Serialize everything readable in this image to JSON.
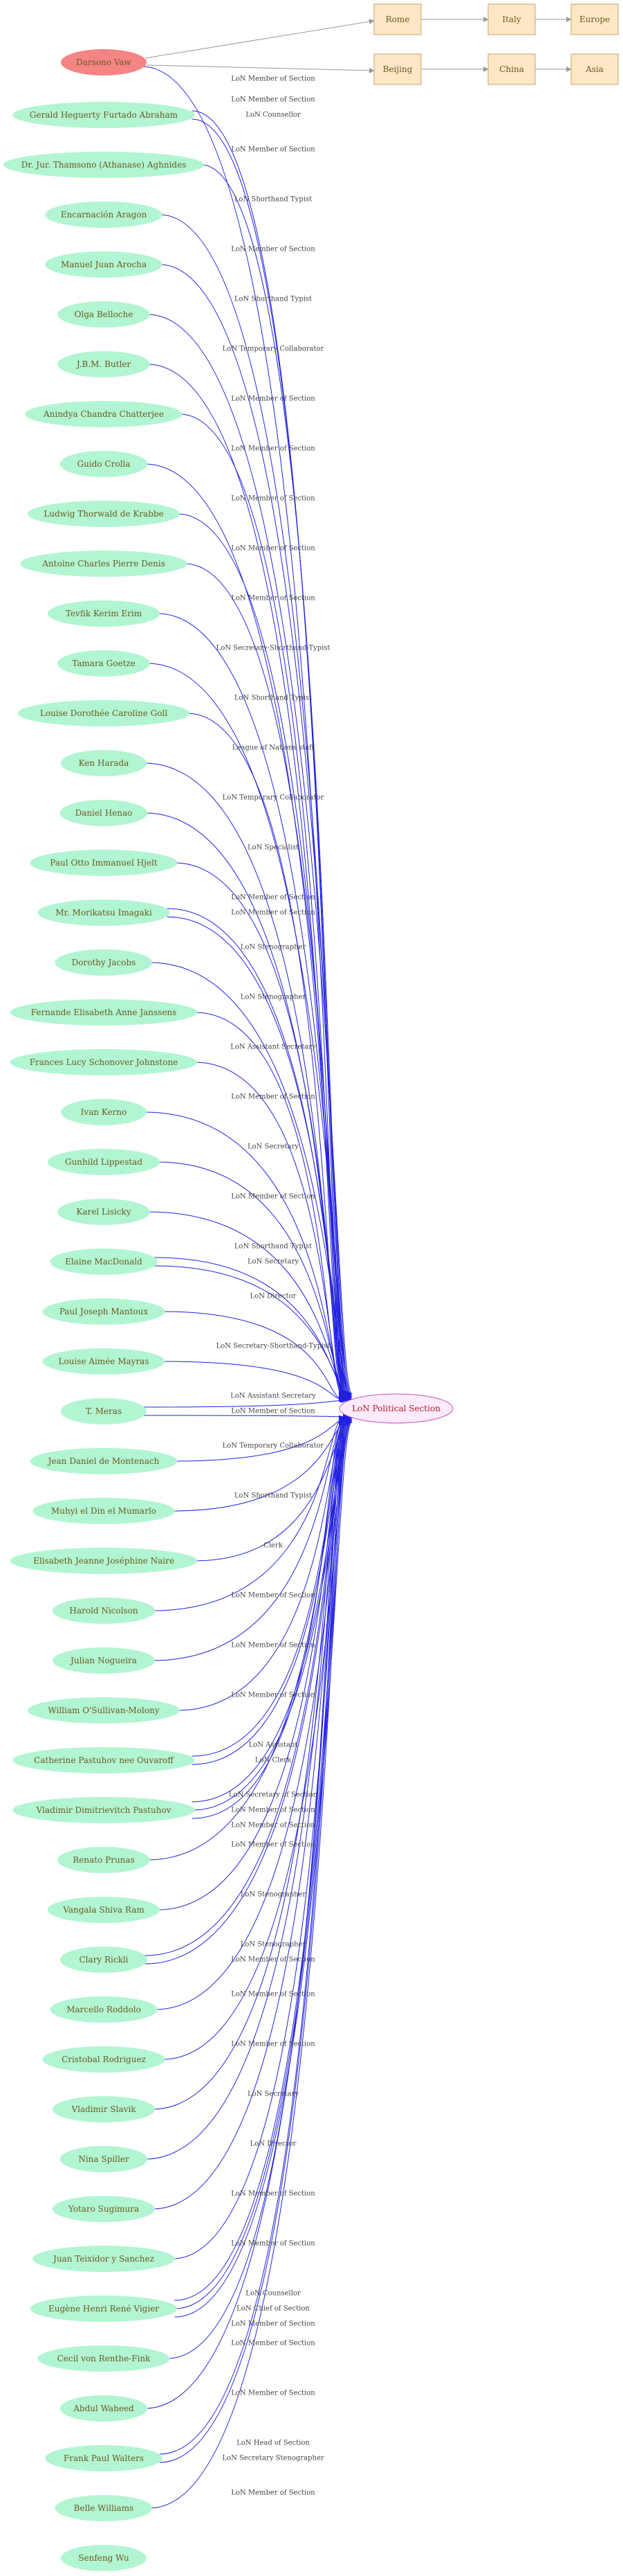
{
  "colors": {
    "person_fill": "#b2f5d2",
    "person_text": "#6a5a20",
    "highlight_fill": "#f58484",
    "target_fill": "#fcebfc",
    "target_stroke": "#c64ec6",
    "target_text": "#b02020",
    "place_fill": "#fde7c4",
    "place_stroke": "#c8a070",
    "edge_blue": "#2020e0",
    "edge_gray": "#9a9a9a"
  },
  "target": {
    "label": "LoN Political Section"
  },
  "highlight_person": {
    "label": "Darsono Vaw"
  },
  "places": [
    {
      "id": "rome",
      "label": "Rome"
    },
    {
      "id": "italy",
      "label": "Italy"
    },
    {
      "id": "europe",
      "label": "Europe"
    },
    {
      "id": "beijing",
      "label": "Beijing"
    },
    {
      "id": "china",
      "label": "China"
    },
    {
      "id": "asia",
      "label": "Asia"
    }
  ],
  "persons": [
    {
      "label": "Gerald Heguerty Furtado Abraham",
      "edges": [
        "LoN Member of Section",
        "LoN Counsellor"
      ]
    },
    {
      "label": "Dr. Jur. Thamsono (Athanase) Aghnides",
      "edges": [
        "LoN Member of Section"
      ]
    },
    {
      "label": "Encarnación Aragon",
      "edges": [
        "LoN Shorthand Typist"
      ]
    },
    {
      "label": "Manuel Juan Arocha",
      "edges": [
        "LoN Member of Section"
      ]
    },
    {
      "label": "Olga Belloche",
      "edges": [
        "LoN Shorthand Typist"
      ]
    },
    {
      "label": "J.B.M. Butler",
      "edges": [
        "LoN Temporary Collaborator"
      ]
    },
    {
      "label": "Anindya Chandra Chatterjee",
      "edges": [
        "LoN Member of Section"
      ]
    },
    {
      "label": "Guido Crolla",
      "edges": [
        "LoN Member of Section"
      ]
    },
    {
      "label": "Ludwig Thorwald de Krabbe",
      "edges": [
        "LoN Member of Section"
      ]
    },
    {
      "label": "Antoine Charles Pierre Denis",
      "edges": [
        "LoN Member of Section"
      ]
    },
    {
      "label": "Tevfik Kerim Erim",
      "edges": [
        "LoN Member of Section"
      ]
    },
    {
      "label": "Tamara Goetze",
      "edges": [
        "LoN Secretary-Shorthand-Typist"
      ]
    },
    {
      "label": "Louise Dorothée Caroline Goll",
      "edges": [
        "LoN Shorthand Typist"
      ]
    },
    {
      "label": "Ken Harada",
      "edges": [
        "League of Nations staff"
      ]
    },
    {
      "label": "Daniel Henao",
      "edges": [
        "LoN Temporary Collaborator"
      ]
    },
    {
      "label": "Paul Otto Immanuel Hjelt",
      "edges": [
        "LoN Specialist"
      ]
    },
    {
      "label": "Mr. Morikatsu Imagaki",
      "edges": [
        "LoN Member of Section",
        "LoN Member of Section"
      ]
    },
    {
      "label": "Dorothy Jacobs",
      "edges": [
        "LoN Stenographer"
      ]
    },
    {
      "label": "Fernande Elisabeth Anne Janssens",
      "edges": [
        "LoN Stenographer"
      ]
    },
    {
      "label": "Frances Lucy Schonover Johnstone",
      "edges": [
        "LoN Assistant Secretary"
      ]
    },
    {
      "label": "Ivan Kerno",
      "edges": [
        "LoN Member of Section"
      ]
    },
    {
      "label": "Gunhild Lippestad",
      "edges": [
        "LoN Secretary"
      ]
    },
    {
      "label": "Karel Lisicky",
      "edges": [
        "LoN Member of Section"
      ]
    },
    {
      "label": "Elaine MacDonald",
      "edges": [
        "LoN Shorthand Typist",
        "LoN Secretary"
      ]
    },
    {
      "label": "Paul Joseph Mantoux",
      "edges": [
        "LoN Director"
      ]
    },
    {
      "label": "Louise Aimée Mayras",
      "edges": [
        "LoN Secretary-Shorthand-Typist"
      ]
    },
    {
      "label": "T. Meras",
      "edges": [
        "LoN Assistant Secretary",
        "LoN Member of Section"
      ]
    },
    {
      "label": "Jean Daniel de Montenach",
      "edges": [
        "LoN Temporary Collaborator"
      ]
    },
    {
      "label": "Muhyi el Din el Mumarlo",
      "edges": [
        "LoN Shorthand Typist"
      ]
    },
    {
      "label": "Elisabeth Jeanne Joséphine Naire",
      "edges": [
        "Clerk"
      ]
    },
    {
      "label": "Harold Nicolson",
      "edges": [
        "LoN Member of Section"
      ]
    },
    {
      "label": "Julian Nogueira",
      "edges": [
        "LoN Member of Section"
      ]
    },
    {
      "label": "William O'Sullivan-Molony",
      "edges": [
        "LoN Member of Section"
      ]
    },
    {
      "label": "Catherine Pastuhov nee Ouvaroff",
      "edges": [
        "LoN Assistant",
        "LoN Clerk"
      ]
    },
    {
      "label": "Vladimir Dimitrievitch Pastuhov",
      "edges": [
        "LoN Secretary of Section",
        "LoN Member of Section",
        "LoN Member of Section"
      ]
    },
    {
      "label": "Renato Prunas",
      "edges": [
        "LoN Member of Section"
      ]
    },
    {
      "label": "Vangala Shiva Ram",
      "edges": [
        "LoN Stenographer"
      ]
    },
    {
      "label": "Clary Rickli",
      "edges": [
        "LoN Stenographer",
        "LoN Member of Section"
      ]
    },
    {
      "label": "Marcello Roddolo",
      "edges": [
        "LoN Member of Section"
      ]
    },
    {
      "label": "Cristobal Rodriguez",
      "edges": [
        "LoN Member of Section"
      ]
    },
    {
      "label": "Vladimir Slavik",
      "edges": [
        "LoN Secretary"
      ]
    },
    {
      "label": "Nina Spiller",
      "edges": [
        "LoN Director"
      ]
    },
    {
      "label": "Yotaro Sugimura",
      "edges": [
        "LoN Member of Section"
      ]
    },
    {
      "label": "Juan Teixidor y Sanchez",
      "edges": [
        "LoN Member of Section"
      ]
    },
    {
      "label": "Eugène Henri René Vigier",
      "edges": [
        "LoN Counsellor",
        "LoN Chief of Section",
        "LoN Member of Section"
      ]
    },
    {
      "label": "Cecil von Renthe-Fink",
      "edges": [
        "LoN Member of Section"
      ]
    },
    {
      "label": "Abdul Waheed",
      "edges": [
        "LoN Member of Section"
      ]
    },
    {
      "label": "Frank Paul Walters",
      "edges": [
        "LoN Head of Section",
        "LoN Secretary Stenographer"
      ]
    },
    {
      "label": "Belle Williams",
      "edges": [
        "LoN Member of Section"
      ]
    },
    {
      "label": "Senfeng Wu",
      "edges": []
    }
  ],
  "highlight_edges": [
    "LoN Member of Section"
  ]
}
